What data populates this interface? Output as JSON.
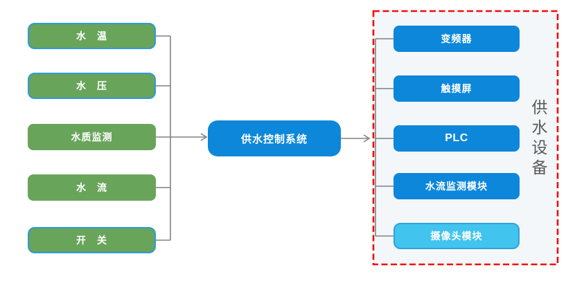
{
  "diagram": {
    "inputs": [
      {
        "label": "水　温"
      },
      {
        "label": "水　压"
      },
      {
        "label": "水质监测"
      },
      {
        "label": "水　流"
      },
      {
        "label": "开　关"
      }
    ],
    "controller": {
      "label": "供水控制系统"
    },
    "devices": [
      {
        "label": "变频器"
      },
      {
        "label": "触摸屏"
      },
      {
        "label": "PLC"
      },
      {
        "label": "水流监测模块"
      },
      {
        "label": "摄像头模块"
      }
    ],
    "devices_group": {
      "label": "供水设备"
    },
    "colors": {
      "input_fill": "#69a45b",
      "input_border": "#2e9bd9",
      "primary_blue": "#0d87d9",
      "camera_fill": "#41c4ee",
      "camera_border": "#2fa3da",
      "connector_gray": "#808080",
      "group_border_red": "#f40b0b",
      "group_panel_bg": "#f3f7fa",
      "group_label_gray": "#595959"
    }
  }
}
